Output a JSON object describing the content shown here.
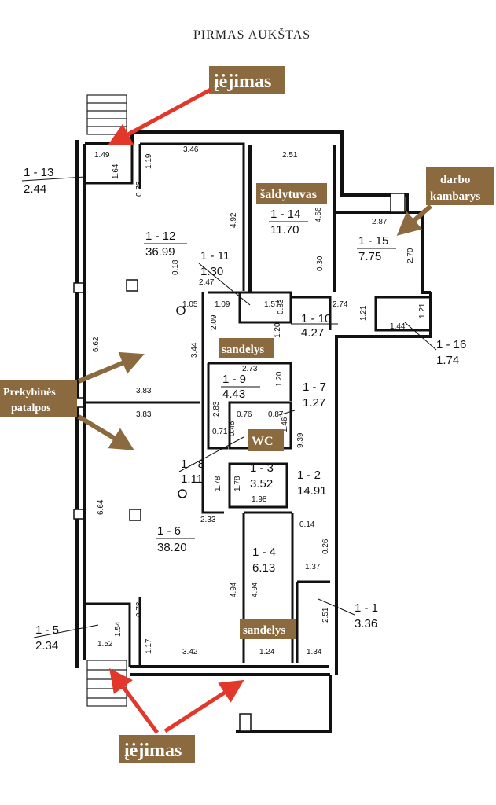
{
  "title": "PIRMAS AUKŠTAS",
  "labels": {
    "entrance_top": "įėjimas",
    "entrance_bottom": "įėjimas",
    "saldytuvas": "šaldytuvas",
    "darbo": "darbo",
    "kambarys": "kambarys",
    "prekybines": "Prekybinės",
    "patalpos": "patalpos",
    "sandelys_mid": "sandelys",
    "sandelys_bottom": "sandelys",
    "wc": "WC"
  },
  "rooms": [
    {
      "id": "1 - 13",
      "area": "2.44"
    },
    {
      "id": "1 - 12",
      "area": "36.99"
    },
    {
      "id": "1 - 11",
      "area": "1.30"
    },
    {
      "id": "1 - 14",
      "area": "11.70"
    },
    {
      "id": "1 - 15",
      "area": "7.75"
    },
    {
      "id": "1 - 10",
      "area": "4.27"
    },
    {
      "id": "1 - 16",
      "area": "1.74"
    },
    {
      "id": "1 - 9",
      "area": "4.43"
    },
    {
      "id": "1 - 7",
      "area": "1.27"
    },
    {
      "id": "1 - 8",
      "area": "1.11"
    },
    {
      "id": "1 - 3",
      "area": "3.52"
    },
    {
      "id": "1 - 2",
      "area": "14.91"
    },
    {
      "id": "1 - 6",
      "area": "38.20"
    },
    {
      "id": "1 - 4",
      "area": "6.13"
    },
    {
      "id": "1 - 5",
      "area": "2.34"
    },
    {
      "id": "1 - 1",
      "area": "3.36"
    }
  ],
  "dimensions": [
    "1.49",
    "1.64",
    "0.73",
    "1.19",
    "3.46",
    "2.51",
    "4.92",
    "4.66",
    "2.87",
    "2.70",
    "0.30",
    "0.18",
    "2.47",
    "1.05",
    "1.09",
    "1.57",
    "0.83",
    "2.74",
    "1.21",
    "1.21",
    "1.44",
    "2.09",
    "1.20",
    "3.44",
    "2.73",
    "1.20",
    "6.62",
    "3.83",
    "3.83",
    "2.83",
    "0.76",
    "0.87",
    "0.71",
    "0.46",
    "1.46",
    "9.39",
    "1.78",
    "1.78",
    "1.98",
    "6.64",
    "2.33",
    "0.14",
    "0.26",
    "1.37",
    "4.94",
    "4.94",
    "0.73",
    "1.54",
    "1.52",
    "1.17",
    "3.42",
    "1.24",
    "1.34",
    "2.51"
  ]
}
